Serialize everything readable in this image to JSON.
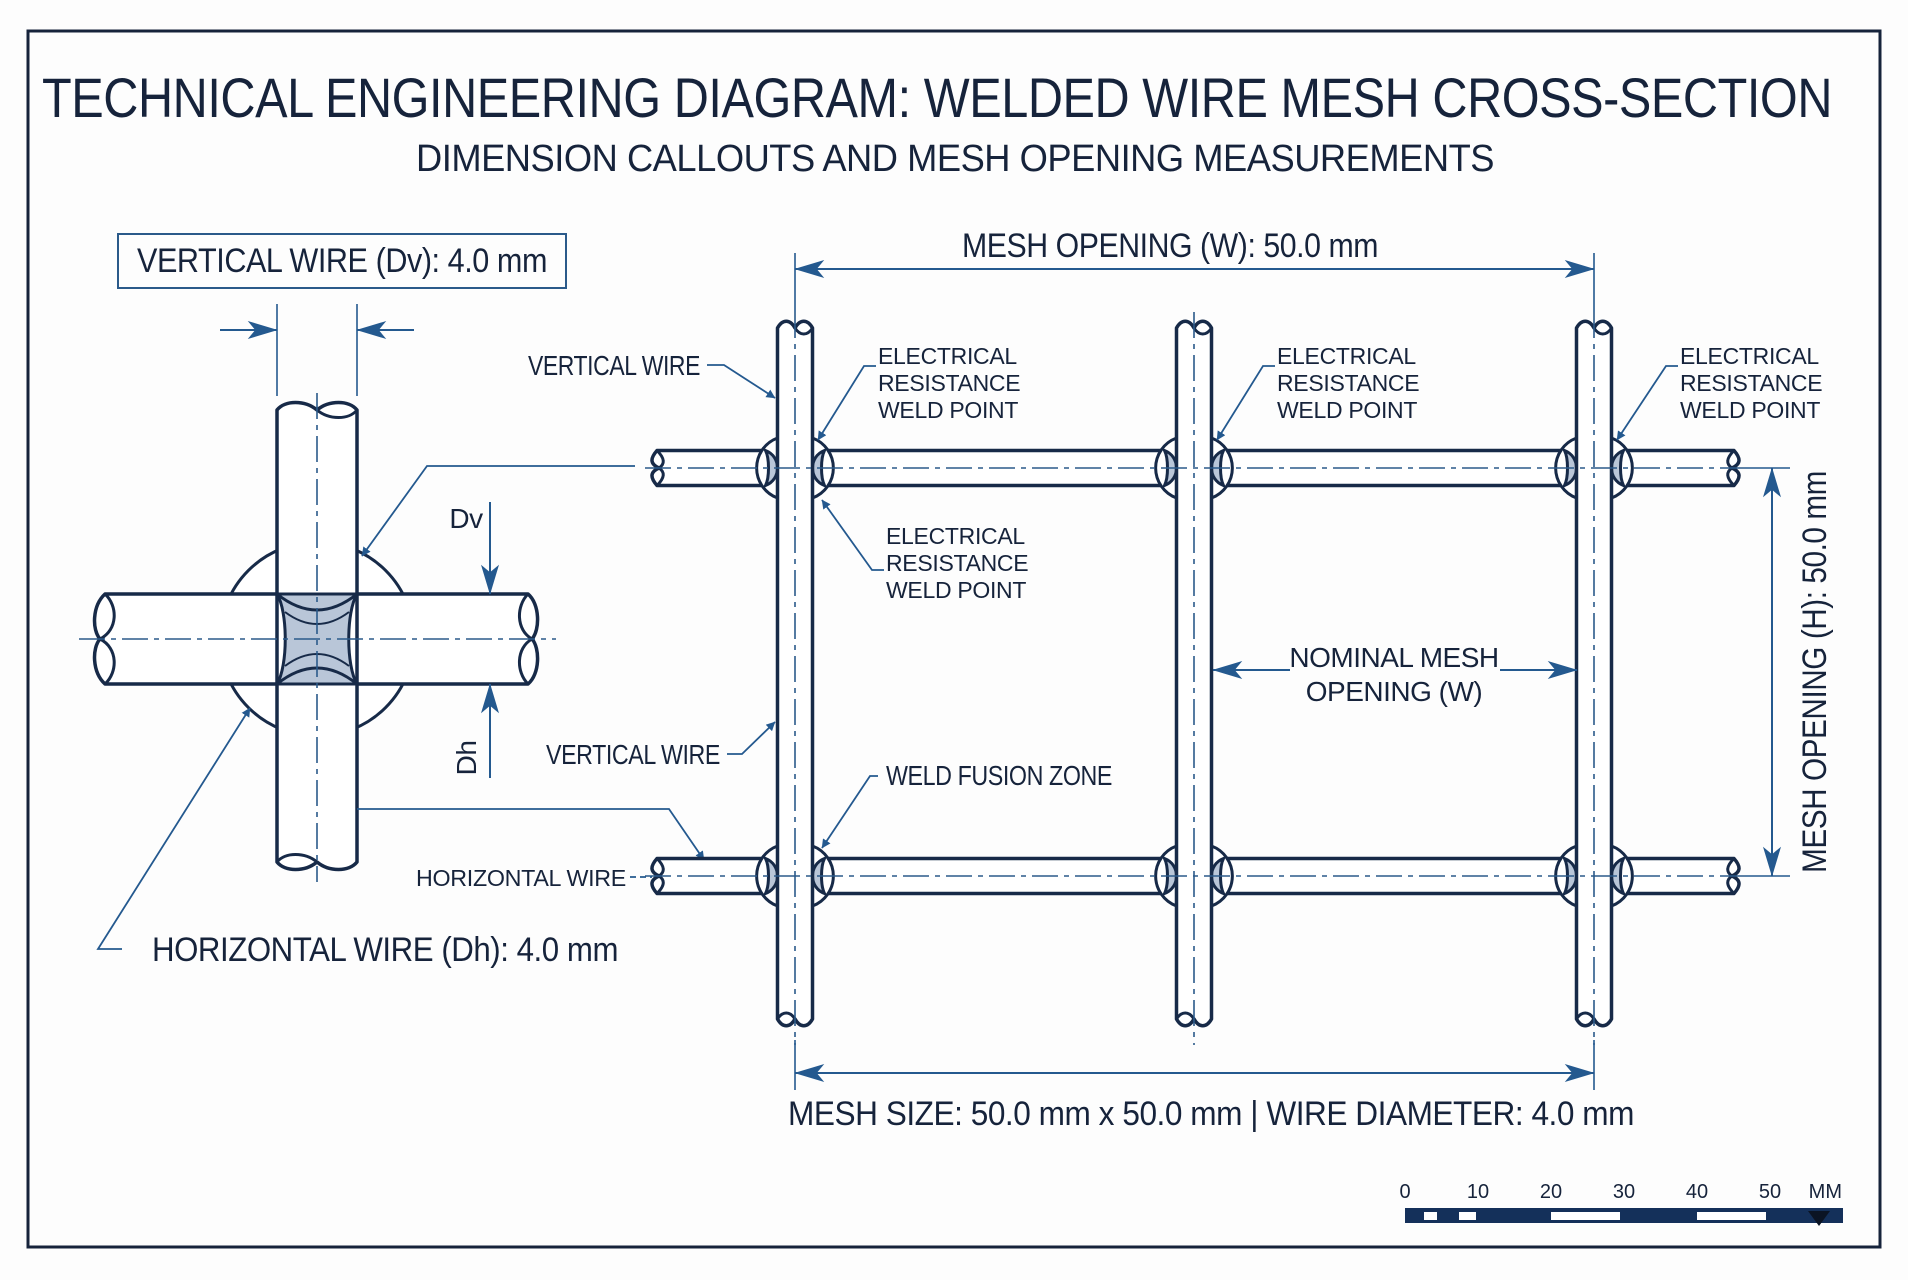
{
  "title": "TECHNICAL ENGINEERING DIAGRAM: WELDED WIRE MESH CROSS-SECTION",
  "subtitle": "DIMENSION CALLOUTS AND MESH OPENING MEASUREMENTS",
  "colors": {
    "ink": "#16233b",
    "accent": "#24598f",
    "weld_fill": "#b9c6d8",
    "background": "#fdfdfd"
  },
  "detail": {
    "vertical_wire_label": "VERTICAL WIRE (Dv): 4.0 mm",
    "horizontal_wire_label": "HORIZONTAL WIRE (Dh): 4.0 mm",
    "dv_symbol": "Dv",
    "dh_symbol": "Dh"
  },
  "mesh": {
    "top_dimension": "MESH OPENING (W): 50.0 mm",
    "right_dimension": "MESH OPENING (H): 50.0 mm",
    "bottom_dimension": "MESH SIZE: 50.0 mm x 50.0 mm | WIRE DIAMETER: 4.0 mm",
    "callouts": {
      "vertical_wire_top": "VERTICAL WIRE",
      "vertical_wire_bottom": "VERTICAL WIRE",
      "horizontal_wire": "HORIZONTAL WIRE",
      "weld_fusion_zone": "WELD FUSION ZONE",
      "weld_point_lines": [
        "ELECTRICAL",
        "RESISTANCE",
        "WELD POINT"
      ],
      "nominal_opening_lines": [
        "NOMINAL MESH",
        "OPENING (W)"
      ]
    },
    "specs": {
      "mesh_opening_w_mm": 50.0,
      "mesh_opening_h_mm": 50.0,
      "vertical_wire_diameter_mm": 4.0,
      "horizontal_wire_diameter_mm": 4.0
    }
  },
  "scale_bar": {
    "ticks": [
      "0",
      "10",
      "20",
      "30",
      "40",
      "50"
    ],
    "unit": "MM"
  }
}
